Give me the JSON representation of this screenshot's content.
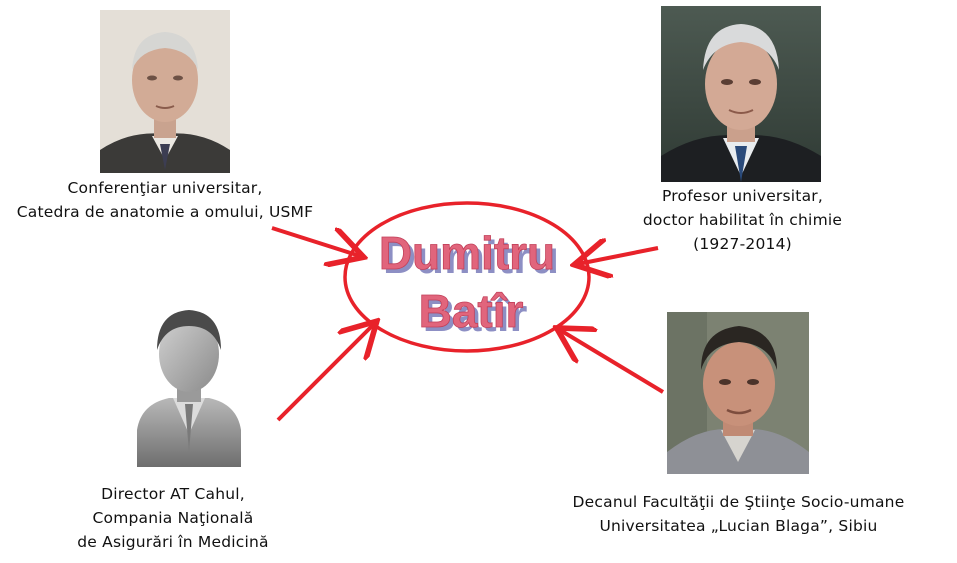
{
  "center_name": {
    "line1": "Dumitru",
    "line2": "Batîr"
  },
  "colors": {
    "arrow": "#e8222a",
    "name_fill": "#e1657c",
    "name_shadow": "#8d8fc4"
  },
  "persons": [
    {
      "id": "top-left",
      "icon": "portrait-photo",
      "caption": [
        "Conferenţiar universitar,",
        "Catedra de anatomie a omului, USMF"
      ]
    },
    {
      "id": "top-right",
      "icon": "portrait-photo",
      "caption": [
        "Profesor universitar,",
        "doctor habilitat în chimie",
        "(1927-2014)"
      ]
    },
    {
      "id": "bottom-left",
      "icon": "anonymous-silhouette",
      "caption": [
        "Director AT Cahul,",
        "Compania Naţională",
        "de Asigurări în Medicină"
      ]
    },
    {
      "id": "bottom-right",
      "icon": "portrait-photo",
      "caption": [
        "Decanul Facultăţii de Ştiinţe Socio-umane",
        "Universitatea „Lucian Blaga”, Sibiu"
      ]
    }
  ]
}
